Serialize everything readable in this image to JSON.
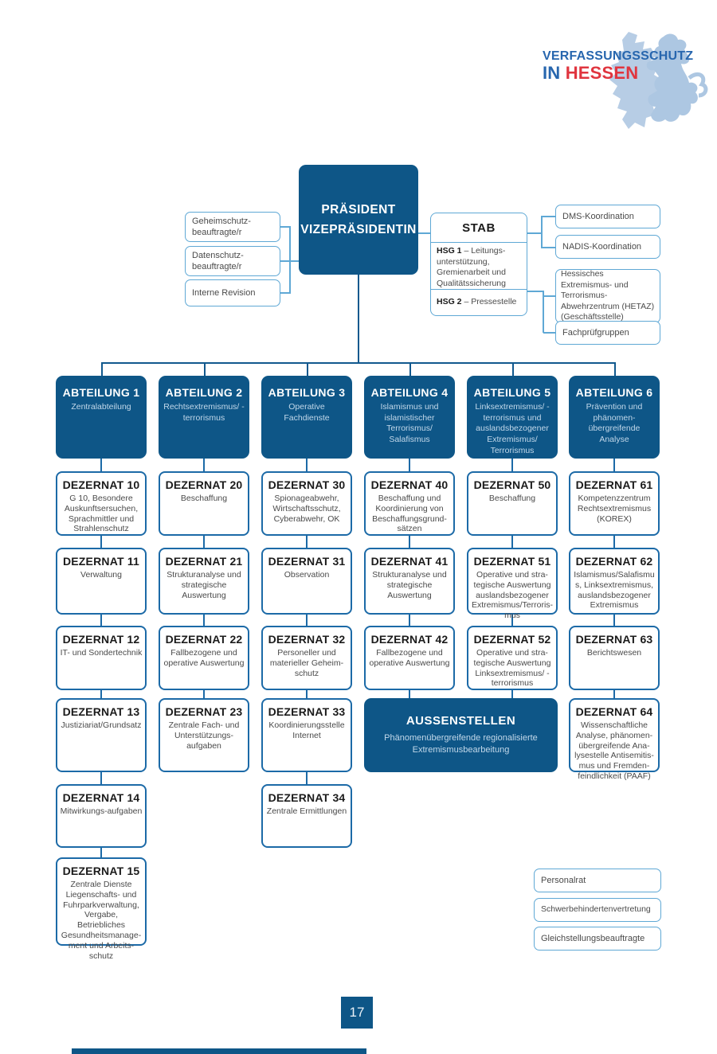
{
  "logo": {
    "title_line1": "VERFASSUNGSSCHUTZ",
    "title_line2_in": "IN",
    "title_line2_region": "HESSEN"
  },
  "colors": {
    "navy": "#0e5687",
    "dezernat_border": "#1c6aa7",
    "light_border": "#5fa8d5",
    "logo_blue": "#2766ae",
    "logo_red": "#e0353f",
    "map_fill": "#b7cde5"
  },
  "president": {
    "line1": "PRÄSIDENT",
    "line2": "VIZEPRÄSIDENTIN"
  },
  "advisors": [
    "Geheimschutz-beauftragte/r",
    "Datenschutz-beauftragte/r",
    "Interne Revision"
  ],
  "stab": {
    "title": "STAB",
    "sections": [
      {
        "label": "HSG 1",
        "text": "– Leitungs-unterstützung, Gremienarbeit und Qualitätssicherung"
      },
      {
        "label": "HSG 2",
        "text": "– Pressestelle"
      }
    ]
  },
  "stab_units": [
    "DMS-Koordination",
    "NADIS-Koordination",
    "Hessisches Extremismus- und Terrorismus-Abwehrzentrum (HETAZ) (Geschäftsstelle)",
    "Fachprüfgruppen"
  ],
  "columns": [
    {
      "abteilung": {
        "title": "ABTEILUNG 1",
        "subtitle": "Zentralabteilung"
      },
      "dezernate": [
        {
          "title": "DEZERNAT 10",
          "text": "G 10, Besondere Auskunftsersuchen, Sprachmittler und Strahlenschutz"
        },
        {
          "title": "DEZERNAT 11",
          "text": "Verwaltung"
        },
        {
          "title": "DEZERNAT 12",
          "text": "IT- und Sondertechnik"
        },
        {
          "title": "DEZERNAT 13",
          "text": "Justiziariat/Grundsatz"
        },
        {
          "title": "DEZERNAT 14",
          "text": "Mitwirkungs-aufgaben"
        },
        {
          "title": "DEZERNAT 15",
          "text": "Zentrale Dienste Liegenschafts- und Fuhrparkverwaltung, Vergabe, Betriebliches Gesundheitsmanage-ment und Arbeits-schutz"
        }
      ]
    },
    {
      "abteilung": {
        "title": "ABTEILUNG 2",
        "subtitle": "Rechtsextremismus/ -terrorismus"
      },
      "dezernate": [
        {
          "title": "DEZERNAT 20",
          "text": "Beschaffung"
        },
        {
          "title": "DEZERNAT 21",
          "text": "Strukturanalyse und strategische Auswertung"
        },
        {
          "title": "DEZERNAT 22",
          "text": "Fallbezogene und operative Auswertung"
        },
        {
          "title": "DEZERNAT 23",
          "text": "Zentrale Fach- und Unterstützungs-aufgaben"
        }
      ]
    },
    {
      "abteilung": {
        "title": "ABTEILUNG 3",
        "subtitle": "Operative Fachdienste"
      },
      "dezernate": [
        {
          "title": "DEZERNAT 30",
          "text": "Spionageabwehr, Wirtschaftsschutz, Cyberabwehr, OK"
        },
        {
          "title": "DEZERNAT 31",
          "text": "Observation"
        },
        {
          "title": "DEZERNAT 32",
          "text": "Personeller und materieller Geheim-schutz"
        },
        {
          "title": "DEZERNAT 33",
          "text": "Koordinierungsstelle Internet"
        },
        {
          "title": "DEZERNAT 34",
          "text": "Zentrale Ermittlungen"
        }
      ]
    },
    {
      "abteilung": {
        "title": "ABTEILUNG 4",
        "subtitle": "Islamismus und islamistischer Terrorismus/ Salafismus"
      },
      "dezernate": [
        {
          "title": "DEZERNAT 40",
          "text": "Beschaffung und Koordinierung von Beschaffungsgrund- sätzen"
        },
        {
          "title": "DEZERNAT 41",
          "text": "Strukturanalyse und strategische Auswertung"
        },
        {
          "title": "DEZERNAT 42",
          "text": "Fallbezogene und operative Auswertung"
        }
      ]
    },
    {
      "abteilung": {
        "title": "ABTEILUNG 5",
        "subtitle": "Linksextremismus/ -terrorismus und auslandsbezogener Extremismus/ Terrorismus"
      },
      "dezernate": [
        {
          "title": "DEZERNAT 50",
          "text": "Beschaffung"
        },
        {
          "title": "DEZERNAT 51",
          "text": "Operative und stra- tegische Auswertung auslandsbezogener Extremismus/Terroris- mus"
        },
        {
          "title": "DEZERNAT 52",
          "text": "Operative und stra- tegische Auswertung Linksextremismus/ -terrorismus"
        }
      ]
    },
    {
      "abteilung": {
        "title": "ABTEILUNG 6",
        "subtitle": "Prävention und phänomen- übergreifende Analyse"
      },
      "dezernate": [
        {
          "title": "DEZERNAT 61",
          "text": "Kompetenzzentrum Rechtsextremismus (KOREX)"
        },
        {
          "title": "DEZERNAT 62",
          "text": "Islamismus/Salafismus, Linksextremismus, auslandsbezogener Extremismus"
        },
        {
          "title": "DEZERNAT 63",
          "text": "Berichtswesen"
        },
        {
          "title": "DEZERNAT 64",
          "text": "Wissenschaftliche Analyse, phänomen- übergreifende Ana- lysestelle Antisemitis- mus und Fremden- feindlichkeit (PAAF)"
        }
      ]
    }
  ],
  "aussenstellen": {
    "title": "AUSSENSTELLEN",
    "subtitle": "Phänomenübergreifende regionalisierte Extremismusbearbeitung"
  },
  "committees": [
    "Personalrat",
    "Schwerbehindertenvertretung",
    "Gleichstellungsbeauftragte"
  ],
  "page_number": "17"
}
